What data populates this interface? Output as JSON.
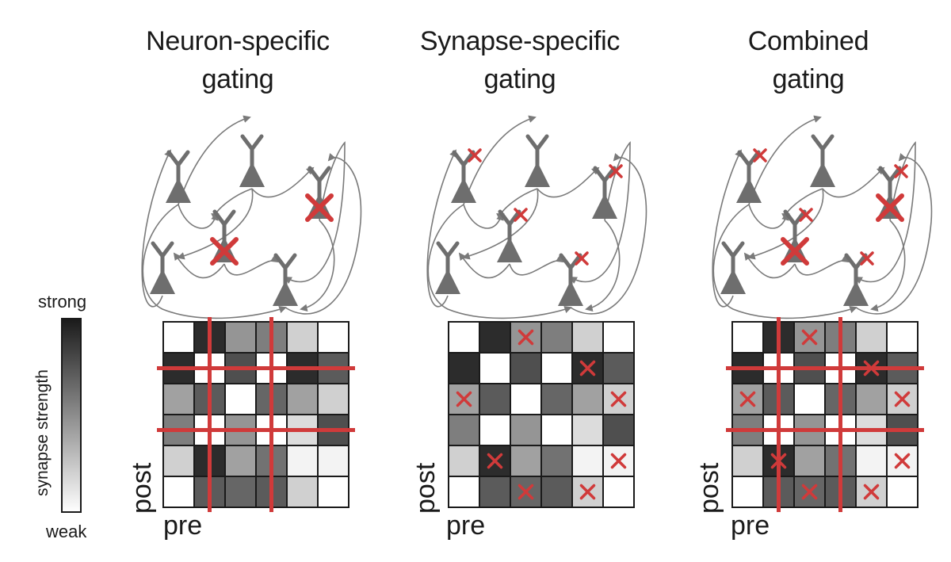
{
  "panels": [
    {
      "title_line1": "Neuron-specific",
      "title_line2": "gating",
      "xlabel": "pre",
      "ylabel": "post",
      "matrix": [
        [
          1.0,
          0.1,
          0.55,
          0.45,
          0.8,
          1.0
        ],
        [
          0.1,
          1.0,
          0.25,
          1.0,
          0.1,
          0.3
        ],
        [
          0.6,
          0.3,
          1.0,
          0.35,
          0.6,
          0.8
        ],
        [
          0.45,
          1.0,
          0.55,
          1.0,
          0.85,
          0.25
        ],
        [
          0.8,
          0.1,
          0.6,
          0.4,
          0.95,
          0.95
        ],
        [
          1.0,
          0.3,
          0.35,
          0.3,
          0.8,
          1.0
        ]
      ],
      "gated_neurons": [
        1,
        3
      ],
      "gated_synapses": []
    },
    {
      "title_line1": "Synapse-specific",
      "title_line2": "gating",
      "xlabel": "pre",
      "ylabel": "post",
      "matrix": [
        [
          1.0,
          0.1,
          0.55,
          0.45,
          0.8,
          1.0
        ],
        [
          0.1,
          1.0,
          0.25,
          1.0,
          0.1,
          0.3
        ],
        [
          0.6,
          0.3,
          1.0,
          0.35,
          0.6,
          0.8
        ],
        [
          0.45,
          1.0,
          0.55,
          1.0,
          0.85,
          0.25
        ],
        [
          0.8,
          0.1,
          0.6,
          0.4,
          0.95,
          0.95
        ],
        [
          1.0,
          0.3,
          0.35,
          0.3,
          0.8,
          1.0
        ]
      ],
      "gated_neurons": [],
      "gated_synapses": [
        [
          0,
          2
        ],
        [
          1,
          4
        ],
        [
          2,
          0
        ],
        [
          2,
          5
        ],
        [
          4,
          1
        ],
        [
          4,
          5
        ],
        [
          5,
          2
        ],
        [
          5,
          4
        ]
      ]
    },
    {
      "title_line1": "Combined",
      "title_line2": "gating",
      "xlabel": "pre",
      "ylabel": "post",
      "matrix": [
        [
          1.0,
          0.1,
          0.55,
          0.45,
          0.8,
          1.0
        ],
        [
          0.1,
          1.0,
          0.25,
          1.0,
          0.1,
          0.3
        ],
        [
          0.6,
          0.3,
          1.0,
          0.35,
          0.6,
          0.8
        ],
        [
          0.45,
          1.0,
          0.55,
          1.0,
          0.85,
          0.25
        ],
        [
          0.8,
          0.1,
          0.6,
          0.4,
          0.95,
          0.95
        ],
        [
          1.0,
          0.3,
          0.35,
          0.3,
          0.8,
          1.0
        ]
      ],
      "gated_neurons": [
        1,
        3
      ],
      "gated_synapses": [
        [
          0,
          2
        ],
        [
          1,
          4
        ],
        [
          2,
          0
        ],
        [
          2,
          5
        ],
        [
          4,
          1
        ],
        [
          4,
          5
        ],
        [
          5,
          2
        ],
        [
          5,
          4
        ]
      ]
    }
  ],
  "legend": {
    "axis_label": "synapse strength",
    "top_label": "strong",
    "bottom_label": "weak"
  },
  "colors": {
    "gate_red": "#d03a3a",
    "neuron_gray": "#6e6e6e",
    "connection_gray": "#7a7a7a",
    "cell_border": "#1a1a1a"
  },
  "icons": {
    "neuron": "pyramidal-neuron-icon",
    "gate": "red-x-icon"
  }
}
